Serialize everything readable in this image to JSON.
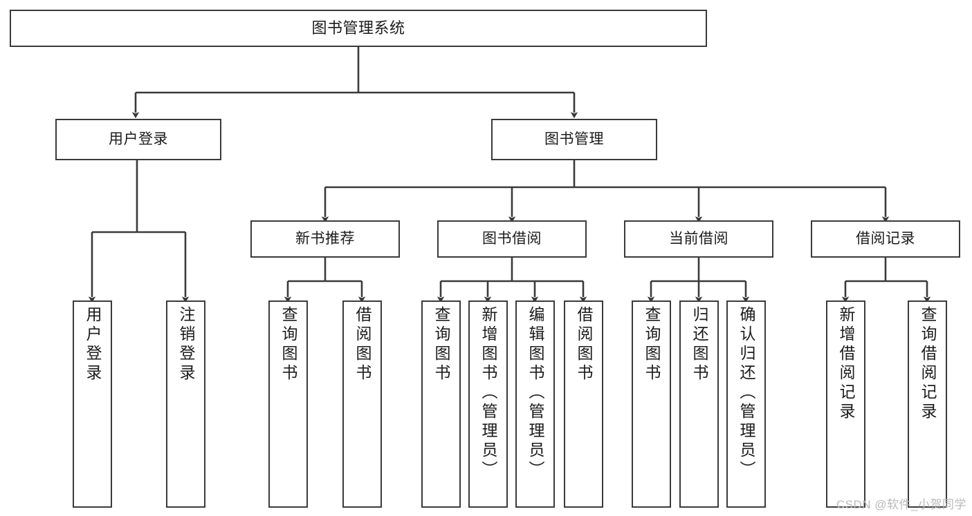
{
  "diagram": {
    "title": "图书管理系统",
    "watermark": "CSDN @软件_小贺同学",
    "line_color": "#3a3a3a",
    "box_fill": "#ffffff",
    "text_color": "#1b1b1b",
    "watermark_color": "#b9b9b9",
    "root": {
      "label": "图书管理系统"
    },
    "level2": [
      {
        "label": "用户登录"
      },
      {
        "label": "图书管理"
      }
    ],
    "level3": [
      {
        "label": "新书推荐"
      },
      {
        "label": "图书借阅"
      },
      {
        "label": "当前借阅"
      },
      {
        "label": "借阅记录"
      }
    ],
    "leaves": {
      "user_login": [
        {
          "label": "用户登录"
        },
        {
          "label": "注销登录"
        }
      ],
      "new_book": [
        {
          "label": "查询图书"
        },
        {
          "label": "借阅图书"
        }
      ],
      "book_borrow": [
        {
          "label": "查询图书"
        },
        {
          "label": "新增图书（管理员）"
        },
        {
          "label": "编辑图书（管理员）"
        },
        {
          "label": "借阅图书"
        }
      ],
      "current_borrow": [
        {
          "label": "查询图书"
        },
        {
          "label": "归还图书"
        },
        {
          "label": "确认归还（管理员）"
        }
      ],
      "borrow_record": [
        {
          "label": "新增借阅记录"
        },
        {
          "label": "查询借阅记录"
        }
      ]
    }
  }
}
